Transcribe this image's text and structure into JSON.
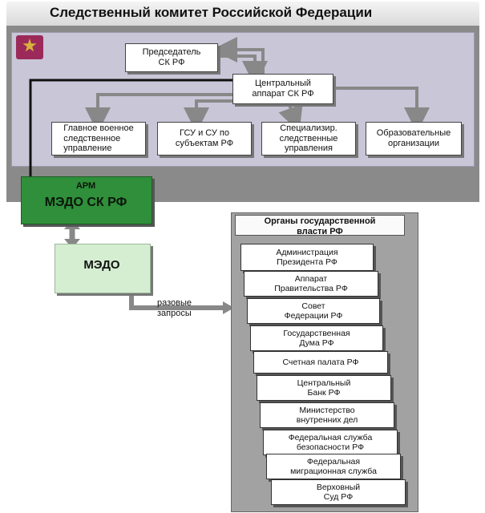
{
  "title": "Следственный комитет Российской Федерации",
  "icons": {
    "emblem": "investigative-committee-emblem"
  },
  "top_nodes": {
    "chairman": "Председатель\nСК РФ",
    "central": "Центральный\nаппарат СК РФ"
  },
  "sub_units": [
    "Главное военное\nследственное\nуправление",
    "ГСУ и СУ по\nсубъектам РФ",
    "Специализир.\nследственные\nуправления",
    "Образовательные\nорганизации"
  ],
  "arm": {
    "label": "АРМ",
    "name": "МЭДО СК РФ"
  },
  "medo": {
    "label": "МЭДО"
  },
  "requests_label": "разовые\nзапросы",
  "organs": {
    "header": "Органы государственной\nвласти РФ",
    "items": [
      "Администрация\nПрезидента РФ",
      "Аппарат\nПравительства РФ",
      "Совет\nФедерации РФ",
      "Государственная\nДума РФ",
      "Счетная палата РФ",
      "Центральный\nБанк РФ",
      "Министерство\nвнутренних дел",
      "Федеральная служба\nбезопасности РФ",
      "Федеральная\nмиграционная служба",
      "Верховный\nСуд РФ"
    ]
  },
  "colors": {
    "panel": "#c9c6d8",
    "arm_green": "#2f8f3a",
    "medo_green": "#d5eed2",
    "arrow_grey": "#888888"
  }
}
